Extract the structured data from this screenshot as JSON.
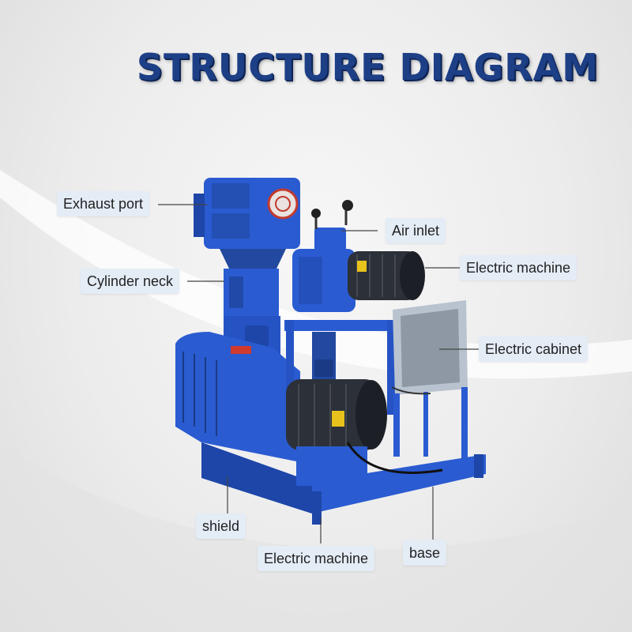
{
  "title": "STRUCTURE DIAGRAM",
  "colors": {
    "title": "#1d3f86",
    "machine_blue": "#2a5bd1",
    "label_bg": "#e4ecf6"
  },
  "labels": {
    "exhaust_port": "Exhaust port",
    "air_inlet": "Air inlet",
    "electric_machine_top": "Electric machine",
    "cylinder_neck": "Cylinder neck",
    "electric_cabinet": "Electric cabinet",
    "shield": "shield",
    "electric_machine_bottom": "Electric machine",
    "base": "base"
  }
}
